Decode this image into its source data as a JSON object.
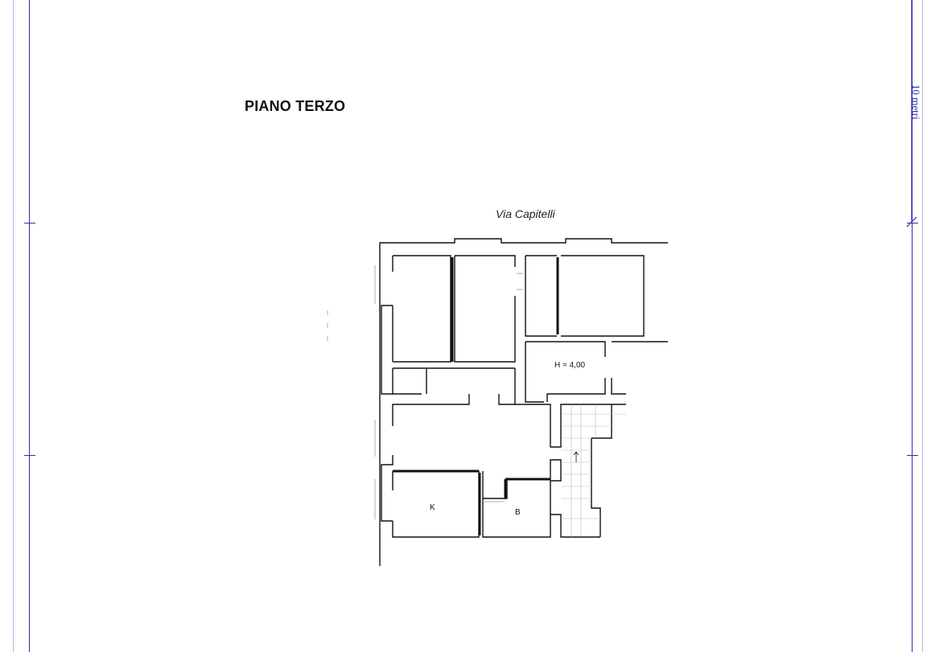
{
  "title": "PIANO TERZO",
  "street": "Via Capitelli",
  "scale": {
    "label": "10 metri"
  },
  "rooms": [
    {
      "id": "height",
      "label": "H = 4,00"
    },
    {
      "id": "kitchen",
      "label": "K"
    },
    {
      "id": "bathroom",
      "label": "B"
    }
  ],
  "colors": {
    "frame": "#2b2fa8",
    "wall": "#111111"
  }
}
